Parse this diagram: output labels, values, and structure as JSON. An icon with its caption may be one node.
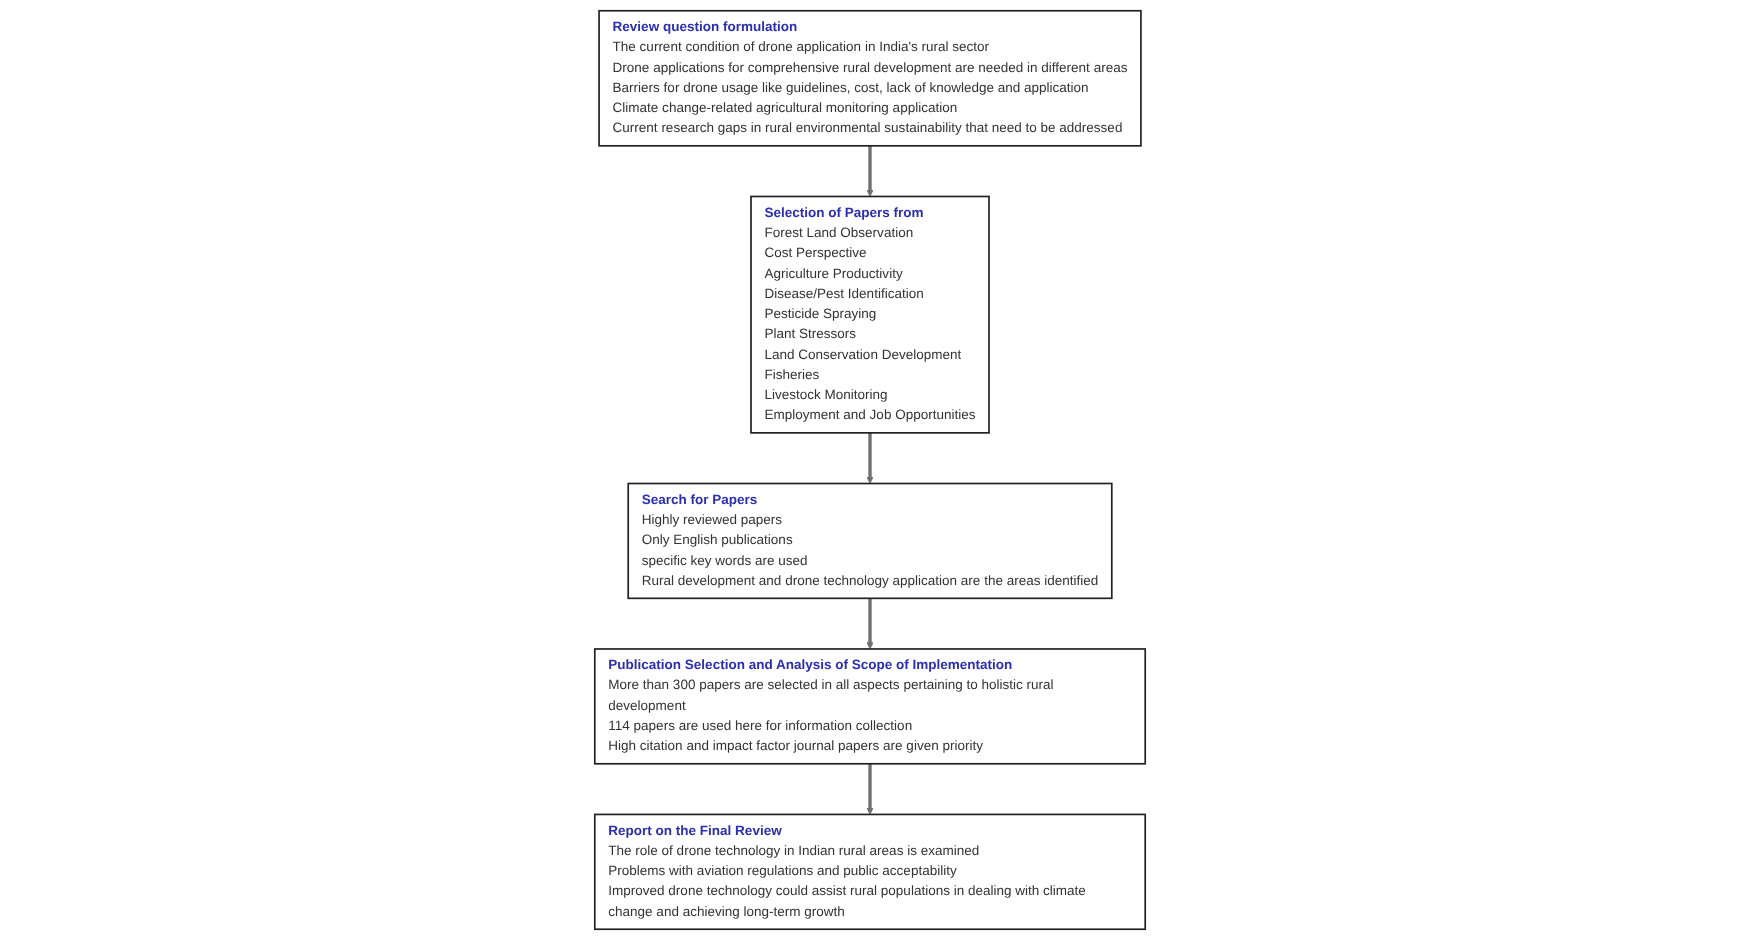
{
  "diagram": {
    "nodes": [
      {
        "text": [
          "Review question formulation",
          "The current condition of drone application in India's rural sector",
          "Drone applications for comprehensive rural development are needed in different areas",
          "Barriers for drone usage like guidelines, cost, lack of knowledge and application",
          "Climate change-related agricultural monitoring application",
          "Current research gaps in rural environmental sustainability that need to be addressed"
        ]
      },
      {
        "text": [
          "Selection of Papers from",
          "Forest Land Observation",
          "Cost Perspective",
          "Agriculture Productivity",
          "Disease/Pest Identification",
          "Pesticide Spraying",
          "Plant Stressors",
          "Land Conservation Development",
          "Fisheries",
          "Livestock Monitoring",
          "Employment and Job Opportunities"
        ]
      },
      {
        "text": [
          "Search for Papers",
          "Highly reviewed papers",
          "Only English publications",
          "specific key words are used",
          "Rural development and drone technology application are the areas identified"
        ]
      },
      {
        "text": [
          "Publication Selection and Analysis of Scope of Implementation",
          "More than 300 papers are selected in all aspects pertaining to holistic rural development",
          "114 papers are used here for information collection",
          "High citation and impact factor journal papers are given priority"
        ]
      },
      {
        "text": [
          "Report on the Final Review",
          "The role of drone technology in Indian rural areas is examined",
          "Problems with aviation regulations and public acceptability",
          "Improved drone technology could assist rural populations in dealing with climate change and achieving long-term growth"
        ]
      }
    ],
    "edges": [
      {
        "from": 0,
        "to": 1,
        "arrow": "to"
      },
      {
        "from": 1,
        "to": 2,
        "arrow": "to"
      },
      {
        "from": 2,
        "to": 3,
        "arrow": "to"
      },
      {
        "from": 3,
        "to": 4,
        "arrow": "to"
      }
    ]
  }
}
